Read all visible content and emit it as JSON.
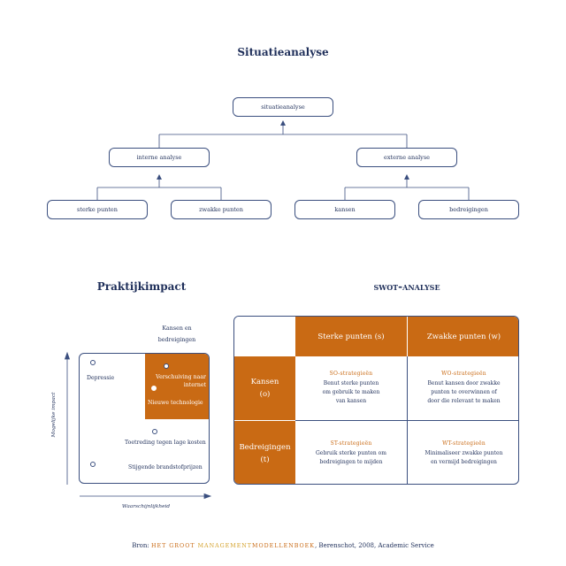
{
  "situatie": {
    "title": "Situatieanalyse",
    "root": "situatieanalyse",
    "intern": "interne analyse",
    "extern": "externe analyse",
    "sterke": "sterke punten",
    "zwakke": "zwakke punten",
    "kansen": "kansen",
    "bedreigingen": "bedreigingen"
  },
  "praktijk": {
    "title": "Praktijkimpact",
    "top_label_1": "Kansen en",
    "top_label_2": "bedreigingen",
    "y_axis": "Mogelijke impact",
    "x_axis": "Waarschijnlijkheid",
    "items": {
      "depressie": "Depressie",
      "verschuiving_1": "Verschuiving naar",
      "verschuiving_2": "internet",
      "nieuwe_tech": "Nieuwe technologie",
      "toetreding": "Toetreding tegen lage kosten",
      "stijgende": "Stijgende brandstofprijzen"
    }
  },
  "swot": {
    "title": "swot-analyse",
    "col_sterke": "Sterke punten (s)",
    "col_zwakke": "Zwakke punten (w)",
    "row_kansen_1": "Kansen",
    "row_kansen_2": "(o)",
    "row_bedreigingen_1": "Bedreigingen",
    "row_bedreigingen_2": "(t)",
    "so": {
      "title": "SO-strategieën",
      "l1": "Benut sterke punten",
      "l2": "om gebruik te maken",
      "l3": "van kansen"
    },
    "wo": {
      "title": "WO-strategieën",
      "l1": "Benut kansen door zwakke",
      "l2": "punten te overwinnen of",
      "l3": "door die relevant te maken"
    },
    "st": {
      "title": "ST-strategieën",
      "l1": "Gebruik sterke punten om",
      "l2": "bedreigingen te mijden"
    },
    "wt": {
      "title": "WT-strategieën",
      "l1": "Minimaliseer zwakke punten",
      "l2": "en vermijd bedreigingen"
    }
  },
  "footer": {
    "bron": "Bron: ",
    "w1": "het groot ",
    "w2": "management",
    "w3": "modellen",
    "w4": "boek",
    "rest": ", Berenschot, 2008, Academic Service"
  },
  "colors": {
    "navy": "#1f2f5a",
    "orange": "#c96a14"
  }
}
